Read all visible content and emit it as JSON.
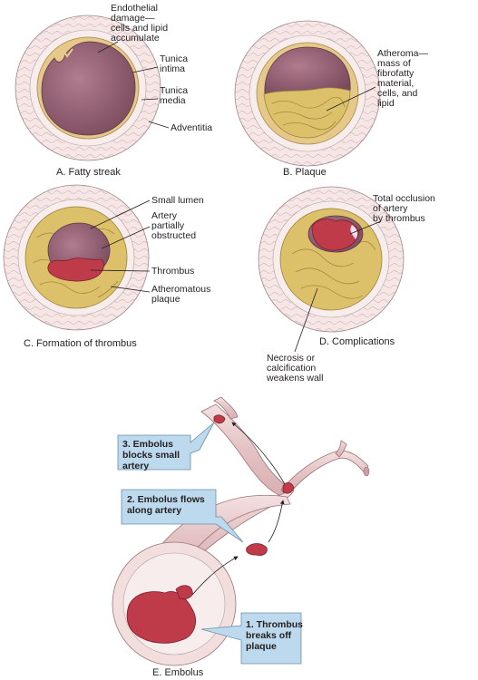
{
  "panel_a": {
    "caption": "A. Fatty streak",
    "labels": {
      "endothelial": [
        "Endothelial",
        "damage—",
        "cells and lipid",
        "accumulate"
      ],
      "intima": [
        "Tunica",
        "intima"
      ],
      "media": [
        "Tunica",
        "media"
      ],
      "adventitia": [
        "Adventitia"
      ]
    }
  },
  "panel_b": {
    "caption": "B. Plaque",
    "labels": {
      "atheroma": [
        "Atheroma—",
        "mass of",
        "fibrofatty",
        "material,",
        "cells, and",
        "lipid"
      ]
    }
  },
  "panel_c": {
    "caption": "C. Formation of thrombus",
    "labels": {
      "small_lumen": [
        "Small lumen"
      ],
      "partially": [
        "Artery",
        "partially",
        "obstructed"
      ],
      "thrombus": [
        "Thrombus"
      ],
      "plaque": [
        "Atheromatous",
        "plaque"
      ]
    }
  },
  "panel_d": {
    "caption": "D. Complications",
    "labels": {
      "occlusion": [
        "Total occlusion",
        "of artery",
        "by thrombus"
      ],
      "necrosis": [
        "Necrosis or",
        "calcification",
        "weakens wall"
      ]
    }
  },
  "panel_e": {
    "caption": "E. Embolus",
    "callouts": {
      "step1": [
        "1. Thrombus",
        "breaks off",
        "plaque"
      ],
      "step2": [
        "2. Embolus flows",
        "along artery"
      ],
      "step3": [
        "3. Embolus",
        "blocks small",
        "artery"
      ]
    }
  },
  "colors": {
    "lumen": "#8f5b6e",
    "intima": "#e6c98a",
    "plaque": "#e0c670",
    "thrombus": "#bf3b4a",
    "wall": "#f4e3e3",
    "callout_fill": "#bcd9ee",
    "artery": "#e7caca"
  }
}
